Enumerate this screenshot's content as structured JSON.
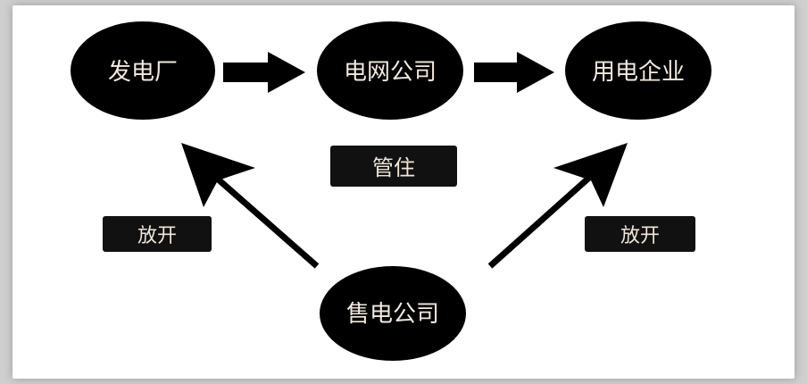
{
  "colors": {
    "node_fill": "#000000",
    "node_text": "#f3eadf",
    "tag_fill": "#111111",
    "tag_text": "#efe6d8",
    "arrow": "#000000",
    "background": "#ffffff"
  },
  "nodes": {
    "power_plant": "发电厂",
    "grid_company": "电网公司",
    "consumer": "用电企业",
    "retail_company": "售电公司"
  },
  "tags": {
    "regulate": "管住",
    "open_left": "放开",
    "open_right": "放开"
  }
}
